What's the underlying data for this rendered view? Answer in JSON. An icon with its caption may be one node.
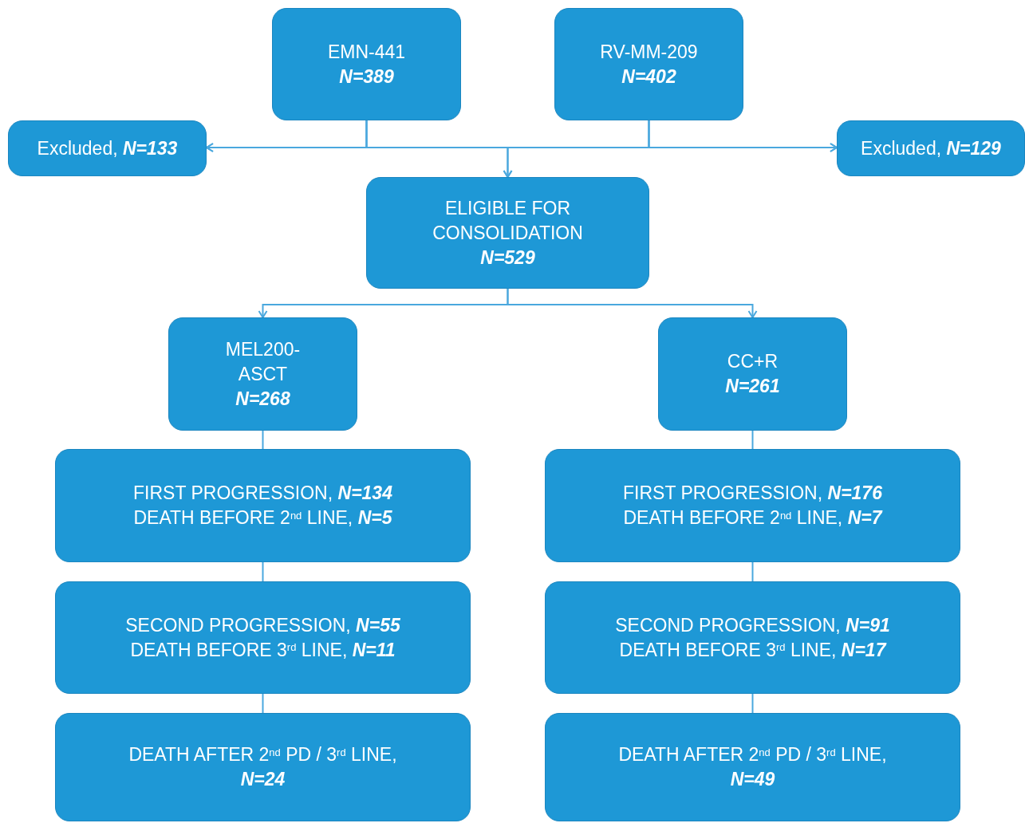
{
  "diagram": {
    "nodes": [
      {
        "text": [
          "EMN-441",
          "N=389"
        ]
      },
      {
        "text": [
          "RV-MM-209",
          "N=402"
        ]
      },
      {
        "text": [
          "Excluded, *N=133*"
        ]
      },
      {
        "text": [
          "Excluded, *N=129*"
        ]
      },
      {
        "text": [
          "ELIGIBLE FOR CONSOLIDATION",
          "N=529"
        ]
      },
      {
        "text": [
          "MEL200- ASCT",
          "N=268"
        ]
      },
      {
        "text": [
          "CC+R",
          "N=261"
        ]
      },
      {
        "text": [
          "FIRST PROGRESSION, *N=134*",
          "DEATH BEFORE 2$^{nd}$ LINE, *N=5*"
        ]
      },
      {
        "text": [
          "FIRST PROGRESSION, *N=176*",
          "DEATH BEFORE 2$^{nd}$ LINE, *N=7*"
        ]
      },
      {
        "text": [
          "SECOND PROGRESSION, *N=55*",
          "DEATH BEFORE 3$^{rd}$ LINE, *N=11*"
        ]
      },
      {
        "text": [
          "SECOND PROGRESSION, *N=91*",
          "DEATH BEFORE 3$^{rd}$ LINE, *N=17*"
        ]
      },
      {
        "text": [
          "DEATH AFTER 2$^{nd}$ PD / 3$^{rd}$ LINE,",
          "N=24"
        ]
      },
      {
        "text": [
          "DEATH AFTER 2$^{nd}$ PD / 3$^{rd}$ LINE,",
          "N=49"
        ]
      }
    ],
    "edges": [
      {
        "from": 0,
        "to": 2,
        "arrow": "to"
      },
      {
        "from": 0,
        "to": 4,
        "arrow": "to"
      },
      {
        "from": 0,
        "to": 3,
        "arrow": "to"
      },
      {
        "from": 1,
        "to": 2,
        "arrow": "to"
      },
      {
        "from": 1,
        "to": 4,
        "arrow": "to"
      },
      {
        "from": 1,
        "to": 3,
        "arrow": "to"
      },
      {
        "from": 4,
        "to": 5,
        "arrow": "to"
      },
      {
        "from": 4,
        "to": 6,
        "arrow": "to"
      },
      {
        "from": 5,
        "to": 7,
        "arrow": "none"
      },
      {
        "from": 7,
        "to": 9,
        "arrow": "none"
      },
      {
        "from": 9,
        "to": 11,
        "arrow": "none"
      },
      {
        "from": 6,
        "to": 8,
        "arrow": "none"
      },
      {
        "from": 8,
        "to": 10,
        "arrow": "none"
      },
      {
        "from": 10,
        "to": 12,
        "arrow": "none"
      }
    ]
  }
}
